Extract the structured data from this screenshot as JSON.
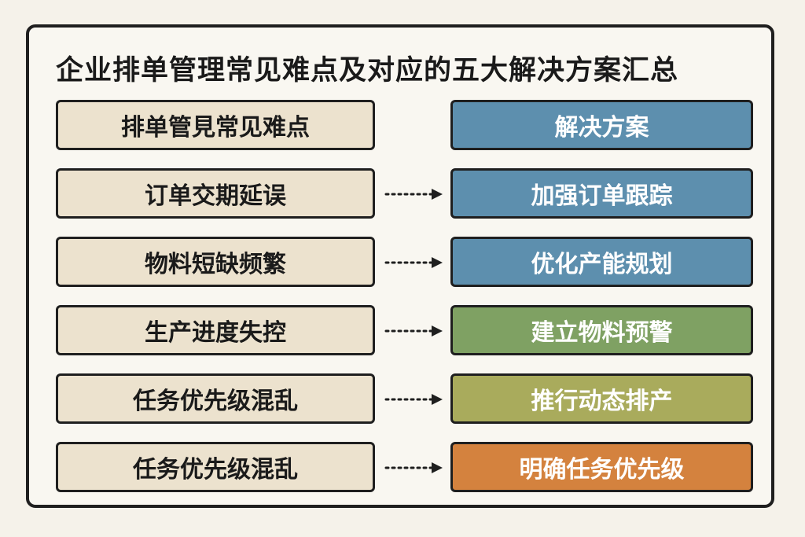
{
  "title": "企业排单管理常见难点及对应的五大解决方案汇总",
  "header": {
    "left": "排单管見常见难点",
    "right": "解决方案",
    "right_color": "#5d8fae"
  },
  "rows": [
    {
      "problem": "订单交期延误",
      "solution": "加强订单跟踪",
      "color": "#5d8fae"
    },
    {
      "problem": "物料短缺频繁",
      "solution": "优化产能规划",
      "color": "#5d8fae"
    },
    {
      "problem": "生产进度失控",
      "solution": "建立物料预警",
      "color": "#7fa163"
    },
    {
      "problem": "任务优先级混乱",
      "solution": "推行动态排产",
      "color": "#a9ab5c"
    },
    {
      "problem": "任务优先级混乱",
      "solution": "明确任务优先级",
      "color": "#d4823e"
    }
  ]
}
